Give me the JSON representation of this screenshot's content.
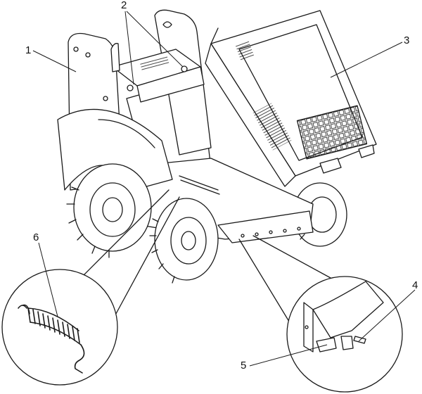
{
  "callouts": {
    "c1": "1",
    "c2": "2",
    "c3": "3",
    "c4": "4",
    "c5": "5",
    "c6": "6"
  },
  "colors": {
    "ink": "#1a1a1a",
    "paper": "#ffffff",
    "shade": "#333333"
  },
  "icons": {
    "machine": "mini-loader-illustration",
    "spring": "tension-spring-detail",
    "latch": "hood-latch-detail"
  }
}
